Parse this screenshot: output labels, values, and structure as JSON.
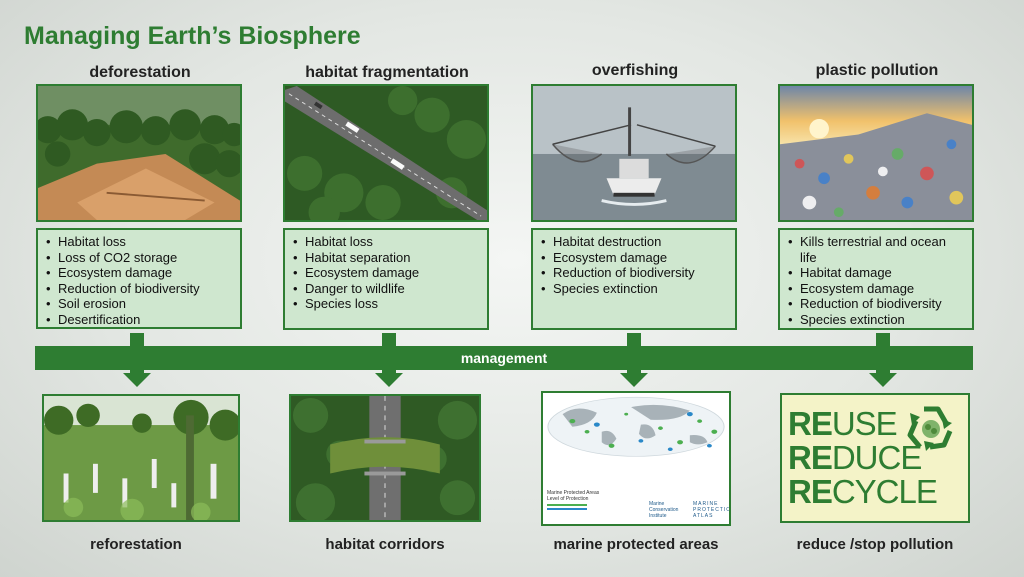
{
  "title": "Managing Earth’s Biosphere",
  "columns": [
    {
      "heading": "deforestation",
      "items": [
        "Habitat loss",
        "Loss of CO2 storage",
        "Ecosystem damage",
        "Reduction of biodiversity",
        "Soil erosion",
        "Desertification"
      ],
      "solution": "reforestation"
    },
    {
      "heading": "habitat fragmentation",
      "items": [
        "Habitat loss",
        "Habitat separation",
        "Ecosystem damage",
        "Danger to wildlife",
        "Species loss"
      ],
      "solution": "habitat corridors"
    },
    {
      "heading": "overfishing",
      "items": [
        "Habitat destruction",
        "Ecosystem damage",
        "Reduction of biodiversity",
        "Species extinction"
      ],
      "solution": "marine protected areas"
    },
    {
      "heading": "plastic pollution",
      "items": [
        "Kills terrestrial and ocean life",
        "Habitat damage",
        "Ecosystem damage",
        "Reduction of biodiversity",
        "Species extinction"
      ],
      "solution": "reduce /stop pollution"
    }
  ],
  "management_label": "management",
  "recycle": {
    "prefix": "RE",
    "words": [
      "USE",
      "DUCE",
      "CYCLE"
    ]
  },
  "map_legend": {
    "title": "Marine Protected Areas",
    "subtitle": "Level of Protection",
    "institute": "Marine Conservation Institute",
    "atlas": "MARINE PROTECTION ATLAS"
  },
  "colors": {
    "accent": "#2e7d32",
    "box_fill": "#cfe7cf",
    "recycle_fill": "#f4f3c8"
  }
}
